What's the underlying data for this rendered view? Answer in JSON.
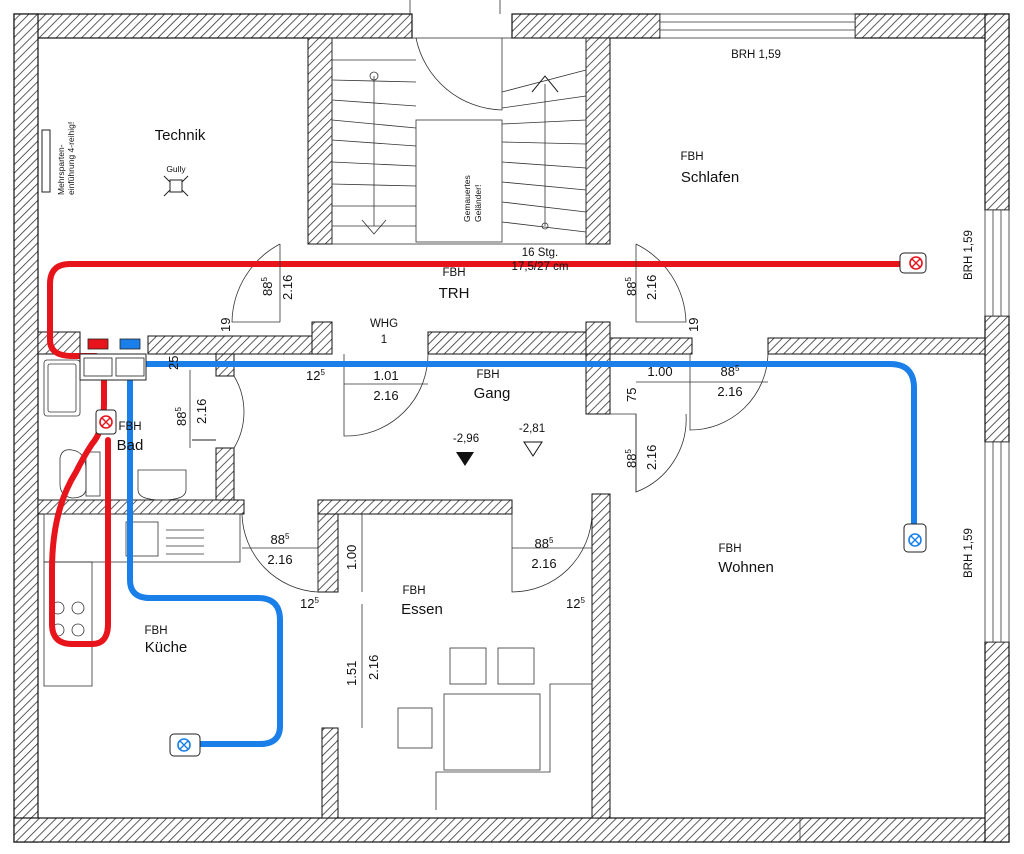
{
  "rooms": {
    "technik": "Technik",
    "gully": "Gully",
    "mehrsparten": "Mehrsparten-",
    "mehrsparten2": "einführung 4-reihig!",
    "gemauertes": "Gemauertes",
    "gelaender": "Geländer!",
    "stg": "16 Stg.",
    "stg2": "17,5/27 cm",
    "trh": "TRH",
    "whg": "WHG",
    "whg_no": "1",
    "gang": "Gang",
    "bad": "Bad",
    "kueche": "Küche",
    "essen": "Essen",
    "wohnen": "Wohnen",
    "schlafen": "Schlafen",
    "fbh": "FBH"
  },
  "heights": {
    "brh_top": "BRH 1,59",
    "brh_right1": "BRH 1,59",
    "brh_right2": "BRH 1,59"
  },
  "levels": {
    "l1": "-2,96",
    "l2": "-2,81"
  },
  "dims": {
    "d885": "88",
    "sup5": "5",
    "d216": "2.16",
    "d19": "19",
    "d12": "12",
    "d101": "1.01",
    "d100": "1.00",
    "d75": "75",
    "d25": "25",
    "d151": "1.51"
  },
  "colors": {
    "supply": "#e8141c",
    "return": "#1a7fe8",
    "wall_hatch": "#444444"
  },
  "icons": [
    "distributor-icon",
    "room-thermostat-icon",
    "gully-icon",
    "level-marker-icon",
    "stair-arrow-icon"
  ]
}
